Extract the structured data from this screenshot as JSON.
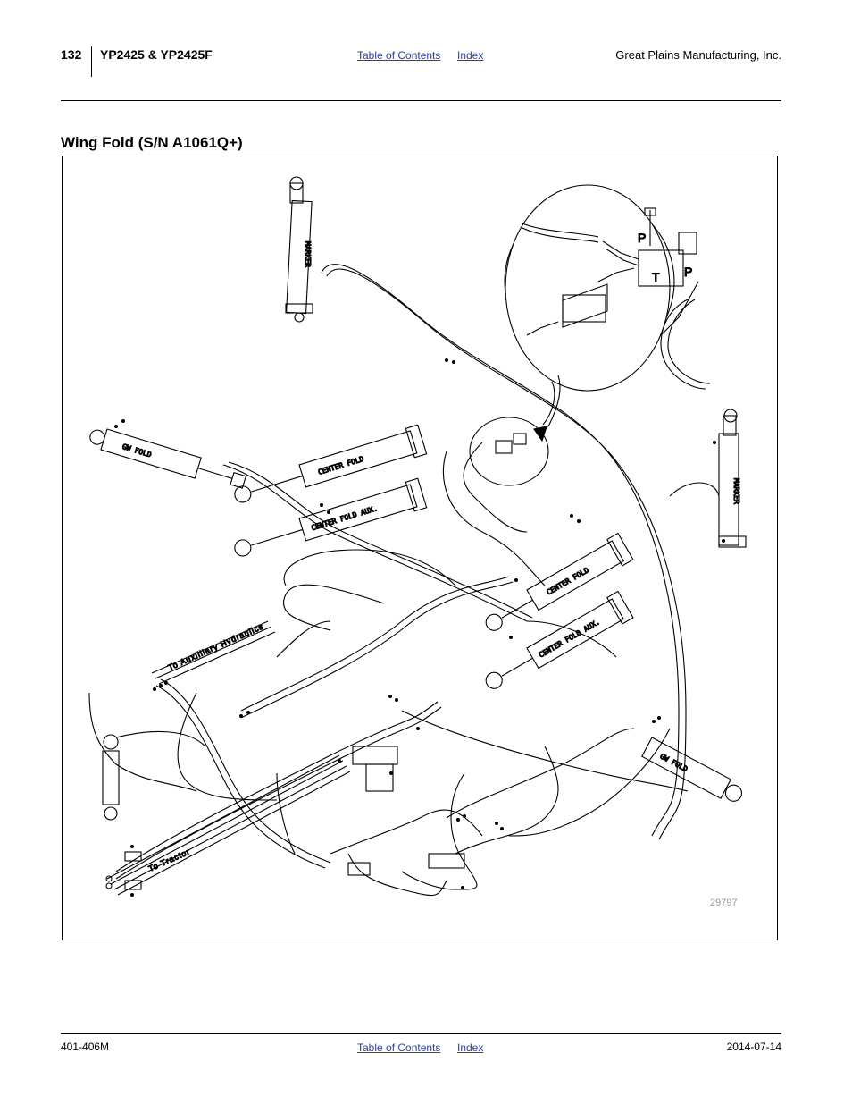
{
  "header": {
    "page_number": "132",
    "model": "YP2425 & YP2425F",
    "toc_link": "Table of Contents",
    "index_link": "Index",
    "company": "Great Plains Manufacturing, Inc."
  },
  "section": {
    "title": "Wing Fold (S/N A1061Q+)"
  },
  "diagram": {
    "figure_number": "29797",
    "labels": {
      "aux": "To Auxilliary Hydraulics",
      "tractor": "To Tractor",
      "marker": "MARKER",
      "gw_fold": "GW FOLD",
      "center_fold": "CENTER FOLD",
      "center_fold_aux": "CENTER FOLD AUX.",
      "p": "P",
      "t": "T"
    }
  },
  "footer": {
    "doc_number": "401-406M",
    "toc_link": "Table of Contents",
    "index_link": "Index",
    "date": "2014-07-14"
  }
}
